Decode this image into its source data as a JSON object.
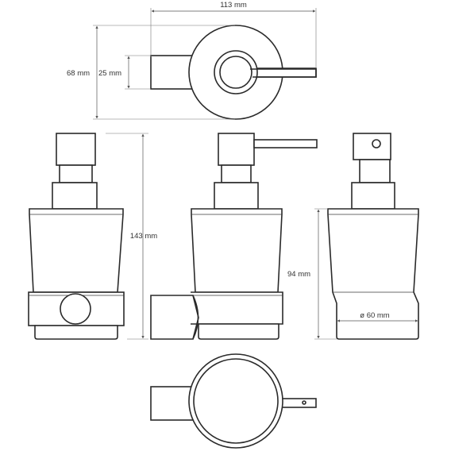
{
  "dimensions": {
    "overall_width": "113 mm",
    "base_depth": "68 mm",
    "grip_height": "25 mm",
    "overall_height": "143 mm",
    "glass_height": "94 mm",
    "glass_diameter": "ø 60 mm"
  },
  "colors": {
    "line": "#2a2a2a",
    "dimension": "#555555",
    "background": "#ffffff"
  }
}
